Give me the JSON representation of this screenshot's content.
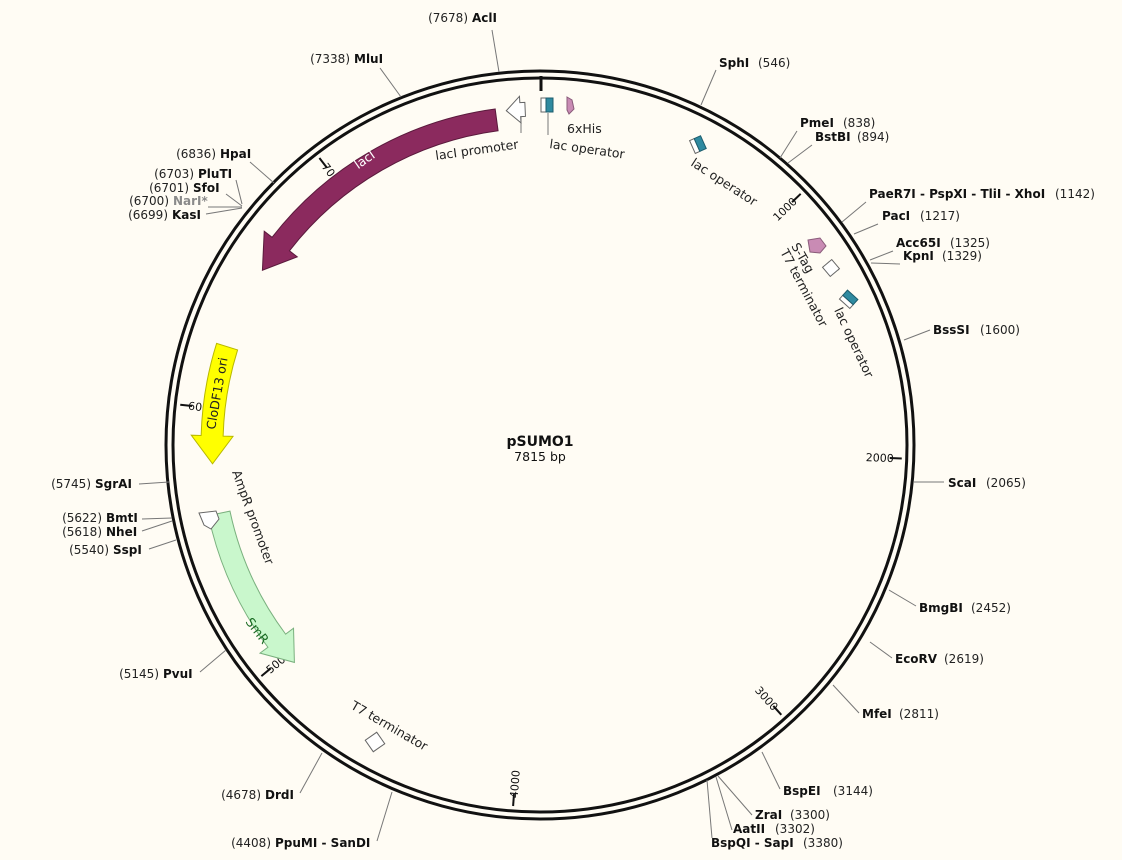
{
  "plasmid": {
    "name": "pSUMO1",
    "length_label": "7815 bp",
    "total_bp": 7815
  },
  "colors": {
    "background": "#fffcf4",
    "backbone": "#111111",
    "lacI": "#8b2a5e",
    "ori": "#ffff00",
    "smr": "#c9f7cc",
    "operator": "#2f8aa0",
    "tag": "#c98bb4"
  },
  "ticks": [
    {
      "bp": 1000,
      "label": "1000"
    },
    {
      "bp": 2000,
      "label": "2000"
    },
    {
      "bp": 3000,
      "label": "3000"
    },
    {
      "bp": 4000,
      "label": "4000"
    },
    {
      "bp": 5000,
      "label": "5000"
    },
    {
      "bp": 6000,
      "label": "6000"
    },
    {
      "bp": 7000,
      "label": "7000"
    }
  ],
  "features": {
    "lacI": {
      "label": "lacI",
      "start": 7650,
      "end": 6560
    },
    "ori": {
      "label": "CloDF13 ori",
      "start": 6240,
      "end": 5790
    },
    "smr": {
      "label": "SmR",
      "start": 5600,
      "end": 4960
    },
    "lacI_promoter": {
      "label": "lacI promoter",
      "start": 7760,
      "end": 7690
    },
    "lac_operator_top": {
      "label": "lac operator"
    },
    "his6": {
      "label": "6xHis"
    },
    "lac_operator_2": {
      "label": "lac operator"
    },
    "s_tag": {
      "label": "S-Tag"
    },
    "t7_terminator_1": {
      "label": "T7 terminator"
    },
    "lac_operator_3": {
      "label": "lac operator"
    },
    "ampr_promoter": {
      "label": "AmpR promoter"
    },
    "t7_terminator_2": {
      "label": "T7 terminator"
    }
  },
  "sites": [
    {
      "name": "AclI",
      "pos": "(7678)"
    },
    {
      "name": "MluI",
      "pos": "(7338)"
    },
    {
      "name": "HpaI",
      "pos": "(6836)"
    },
    {
      "name": "PluTI",
      "pos": "(6703)"
    },
    {
      "name": "SfoI",
      "pos": "(6701)"
    },
    {
      "name": "NarI*",
      "pos": "(6700)"
    },
    {
      "name": "KasI",
      "pos": "(6699)"
    },
    {
      "name": "SgrAI",
      "pos": "(5745)"
    },
    {
      "name": "BmtI",
      "pos": "(5622)"
    },
    {
      "name": "NheI",
      "pos": "(5618)"
    },
    {
      "name": "SspI",
      "pos": "(5540)"
    },
    {
      "name": "PvuI",
      "pos": "(5145)"
    },
    {
      "name": "DrdI",
      "pos": "(4678)"
    },
    {
      "name": "PpuMI - SanDI",
      "pos": "(4408)"
    },
    {
      "name": "SphI",
      "pos": "(546)"
    },
    {
      "name": "PmeI",
      "pos": "(838)"
    },
    {
      "name": "BstBI",
      "pos": "(894)"
    },
    {
      "name": "PaeR7I - PspXI - TliI - XhoI",
      "pos": "(1142)"
    },
    {
      "name": "PacI",
      "pos": "(1217)"
    },
    {
      "name": "Acc65I",
      "pos": "(1325)"
    },
    {
      "name": "KpnI",
      "pos": "(1329)"
    },
    {
      "name": "BssSI",
      "pos": "(1600)"
    },
    {
      "name": "ScaI",
      "pos": "(2065)"
    },
    {
      "name": "BmgBI",
      "pos": "(2452)"
    },
    {
      "name": "EcoRV",
      "pos": "(2619)"
    },
    {
      "name": "MfeI",
      "pos": "(2811)"
    },
    {
      "name": "BspEI",
      "pos": "(3144)"
    },
    {
      "name": "ZraI",
      "pos": "(3300)"
    },
    {
      "name": "AatII",
      "pos": "(3302)"
    },
    {
      "name": "BspQI - SapI",
      "pos": "(3380)"
    }
  ]
}
